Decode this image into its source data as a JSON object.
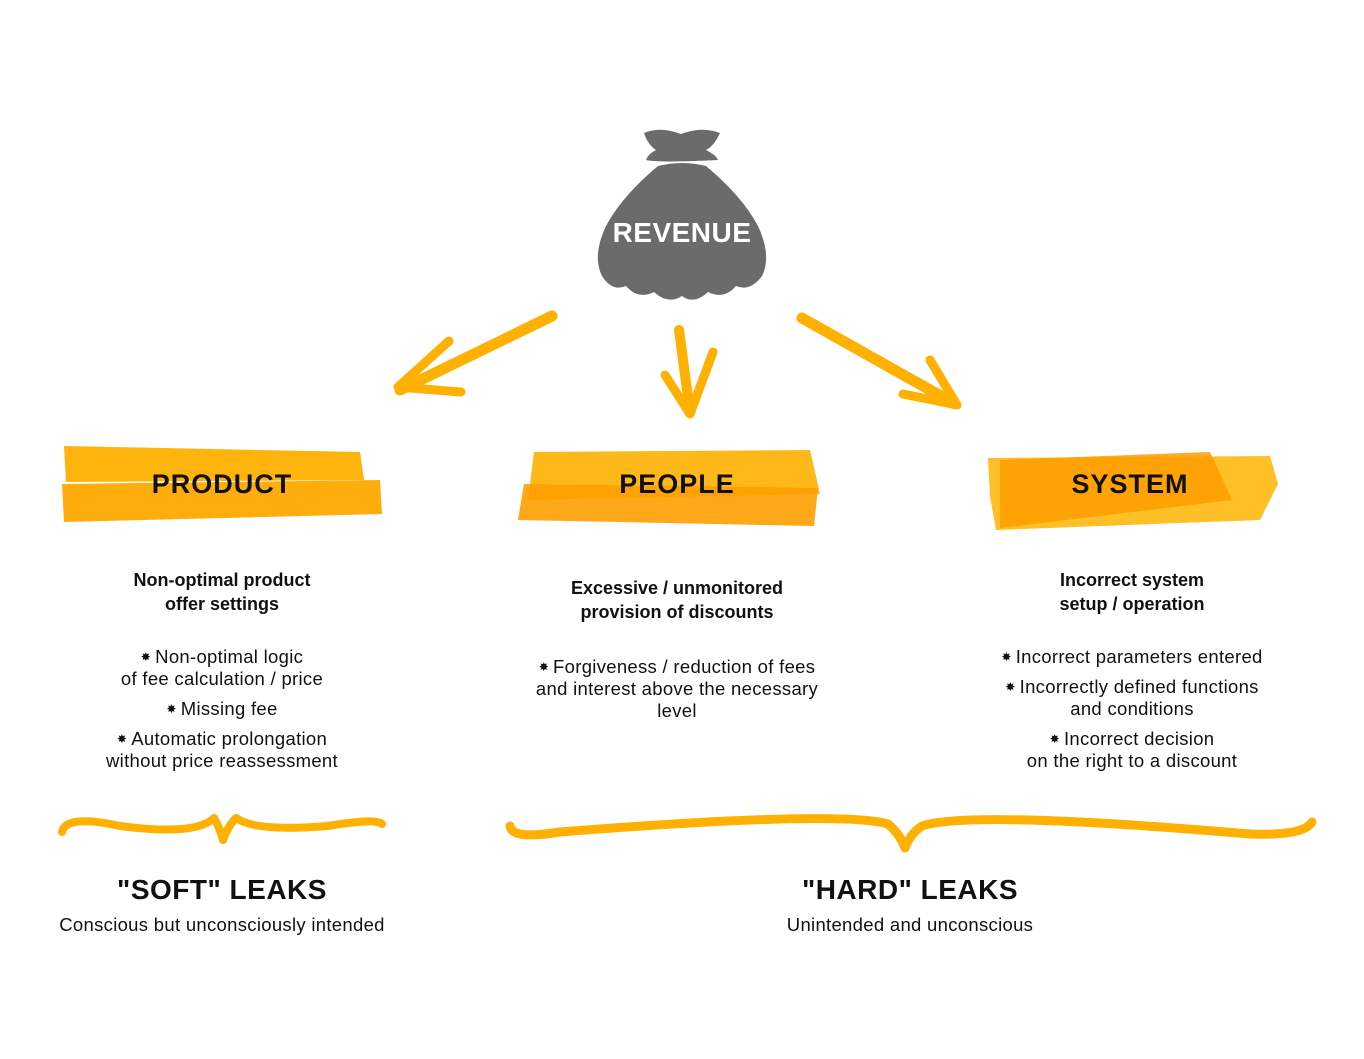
{
  "revenue": {
    "label": "REVENUE",
    "icon": "money-bag-icon",
    "color": "#6b6b6b"
  },
  "colors": {
    "accent": "#ffb000",
    "accent_dark": "#ff9800",
    "bag": "#6b6b6b",
    "text": "#111111"
  },
  "categories": [
    {
      "title": "PRODUCT",
      "subtitle_lines": [
        "Non-optimal product",
        "offer settings"
      ],
      "bullets": [
        [
          "Non-optimal logic",
          "of fee calculation / price"
        ],
        [
          "Missing fee"
        ],
        [
          "Automatic prolongation",
          "without price reassessment"
        ]
      ]
    },
    {
      "title": "PEOPLE",
      "subtitle_lines": [
        "Excessive / unmonitored",
        "provision of discounts"
      ],
      "bullets": [
        [
          "Forgiveness / reduction of fees",
          "and interest above the necessary",
          "level"
        ]
      ]
    },
    {
      "title": "SYSTEM",
      "subtitle_lines": [
        "Incorrect system",
        "setup / operation"
      ],
      "bullets": [
        [
          "Incorrect parameters entered"
        ],
        [
          "Incorrectly defined functions",
          "and conditions"
        ],
        [
          "Incorrect decision",
          "on the right to a discount"
        ]
      ]
    }
  ],
  "leaks": {
    "soft": {
      "title": "\"SOFT\" LEAKS",
      "subtitle": "Conscious but unconsciously intended"
    },
    "hard": {
      "title": "\"HARD\" LEAKS",
      "subtitle": "Unintended and unconscious"
    }
  }
}
